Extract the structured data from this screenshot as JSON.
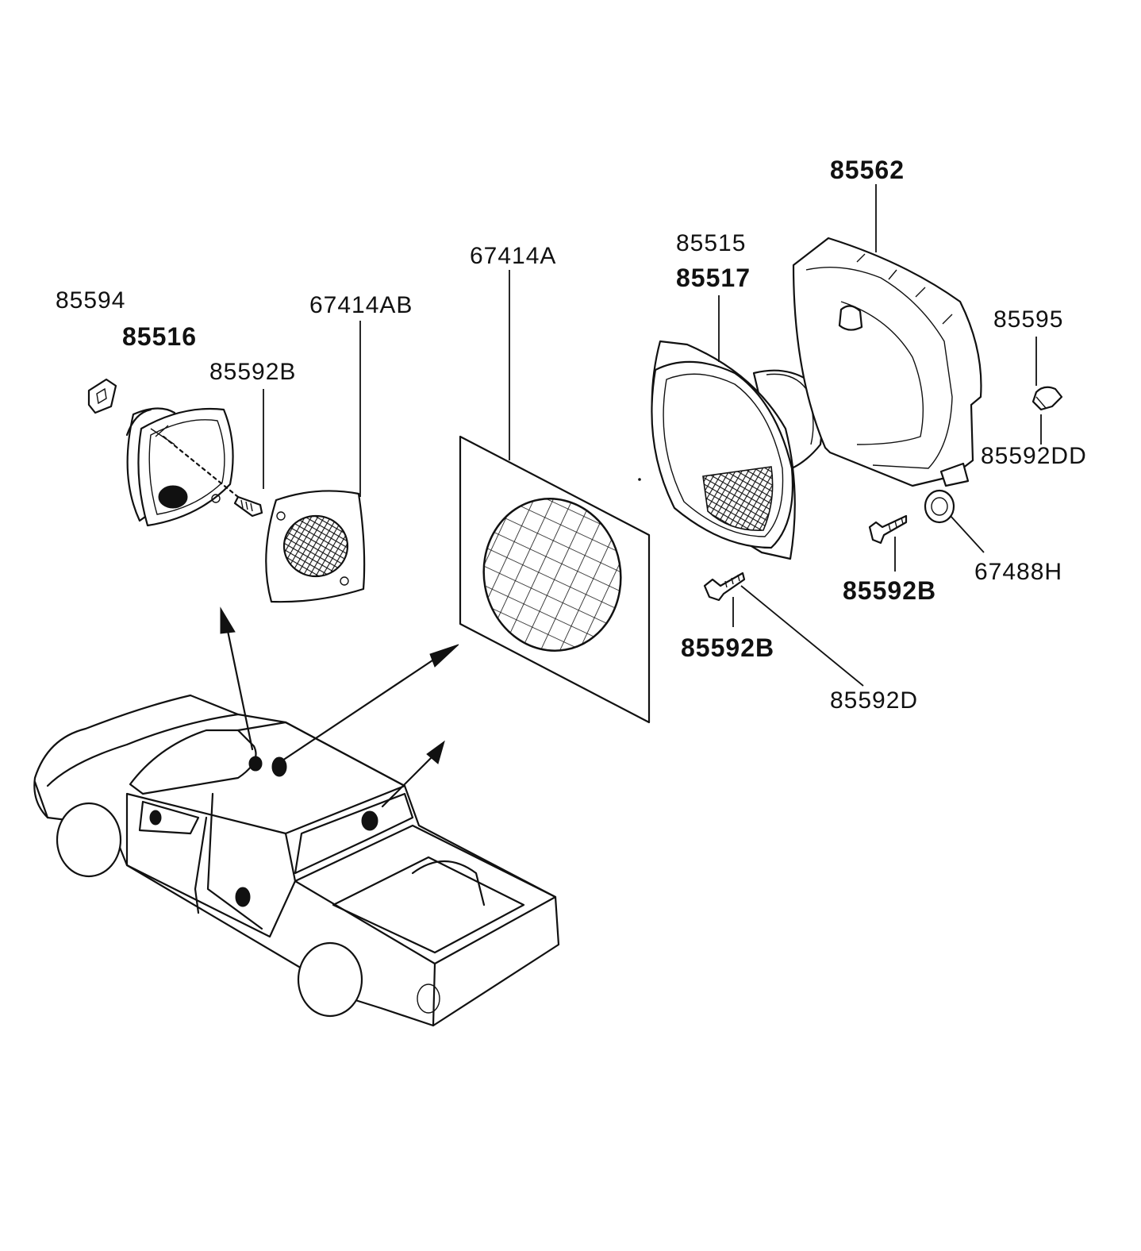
{
  "labels": {
    "p85594": "85594",
    "p85516": "85516",
    "p85592B_a": "85592B",
    "p67414AB": "67414AB",
    "p67414A": "67414A",
    "p85515": "85515",
    "p85517": "85517",
    "p85562": "85562",
    "p85595": "85595",
    "p85592DD": "85592DD",
    "p85592B_b": "85592B",
    "p67488H": "67488H",
    "p85592B_c": "85592B",
    "p85592D": "85592D"
  }
}
